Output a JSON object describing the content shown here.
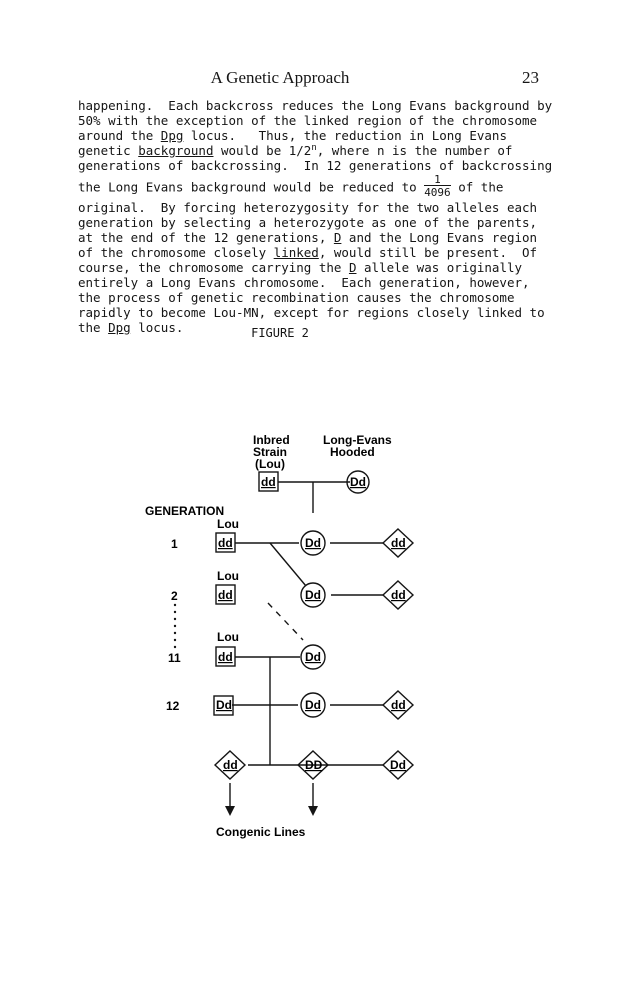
{
  "header": {
    "title": "A Genetic Approach",
    "page_number": "23"
  },
  "body": {
    "l1": "happening.  Each backcross reduces the Long Evans background by",
    "l2": "50% with the exception of the linked region of the chromosome",
    "l3a": "around the ",
    "l3b": "Dpg",
    "l3c": " locus.   Thus, the reduction in Long Evans",
    "l4a": "genetic ",
    "l4b": "background",
    "l4c": " would be 1/2",
    "l4d": "n",
    "l4e": ", where n is the number of",
    "l5": "generations of backcrossing.  In 12 generations of backcrossing",
    "l6a": "the Long Evans background would be reduced to ",
    "l6num": "1",
    "l6den": "4096",
    "l6b": " of the",
    "l7": "original.  By forcing heterozygosity for the two alleles each",
    "l8": "generation by selecting a heterozygote as one of the parents,",
    "l9a": "at the end of the 12 generations, ",
    "l9b": "D",
    "l9c": " and the Long Evans region",
    "l10a": "of the chromosome closely ",
    "l10b": "linked",
    "l10c": ", would still be present.  Of",
    "l11a": "course, the chromosome carrying the ",
    "l11b": "D",
    "l11c": " allele was originally",
    "l12": "entirely a Long Evans chromosome.  Each generation, however,",
    "l13": "the process of genetic recombination causes the chromosome",
    "l14": "rapidly to become Lou-MN, except for regions closely linked to",
    "l15a": "the ",
    "l15b": "Dpg",
    "l15c": " locus."
  },
  "figure": {
    "label": "FIGURE 2",
    "inbred_l1": "Inbred",
    "inbred_l2": "Strain",
    "inbred_l3": "(Lou)",
    "le_l1": "Long-Evans",
    "le_l2": "Hooded",
    "generation_heading": "GENERATION",
    "gen1": "1",
    "gen2": "2",
    "gen11": "11",
    "gen12": "12",
    "lou": "Lou",
    "dd_lower": "dd",
    "Dd": "Dd",
    "DD": "DD",
    "caption": "Congenic Lines"
  }
}
